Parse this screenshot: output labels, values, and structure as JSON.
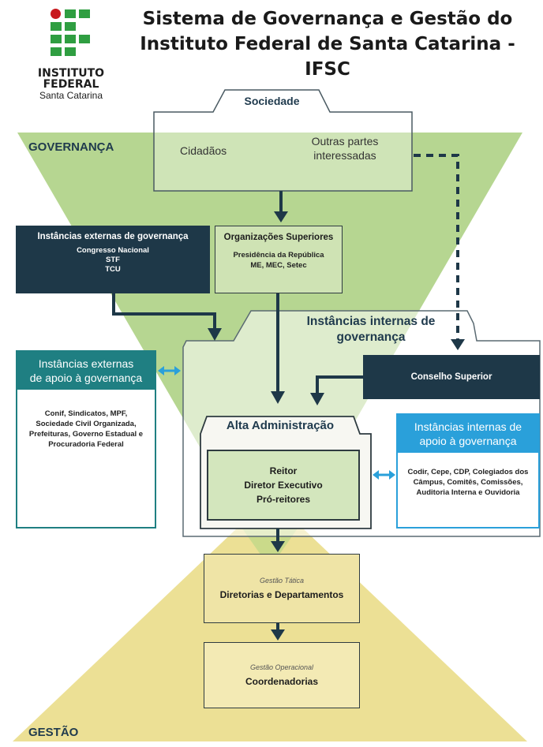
{
  "title": {
    "line1": "Sistema de Governança e Gestão do",
    "line2": "Instituto Federal de Santa Catarina - IFSC"
  },
  "logo": {
    "line1": "INSTITUTO",
    "line2": "FEDERAL",
    "line3": "Santa Catarina"
  },
  "colors": {
    "governanca_green": "#a9cf7e",
    "gestao_yellow": "#eadd8a",
    "dark_navy": "#1e3848",
    "teal": "#1f7f82",
    "light_blue": "#2aa0da",
    "box_green": "#cfe3b4"
  },
  "diagram": {
    "governanca_label": "GOVERNANÇA",
    "gestao_label": "GESTÃO",
    "sociedade": {
      "title": "Sociedade",
      "left": "Cidadãos",
      "right_line1": "Outras partes",
      "right_line2": "interessadas"
    },
    "externas_gov": {
      "title": "Instâncias externas de governança",
      "items": [
        "Congresso Nacional",
        "STF",
        "TCU"
      ]
    },
    "org_superiores": {
      "title": "Organizações Superiores",
      "line1": "Presidência da República",
      "line2": "ME, MEC, Setec"
    },
    "internas_gov": {
      "line1": "Instâncias internas de",
      "line2": "governança"
    },
    "conselho": "Conselho Superior",
    "externas_apoio": {
      "head_line1": "Instâncias externas",
      "head_line2": "de apoio à governança",
      "body": [
        "Conif, Sindicatos, MPF,",
        "Sociedade Civil Organizada,",
        "Prefeituras, Governo Estadual e",
        "Procuradoria Federal"
      ]
    },
    "alta_admin": {
      "title": "Alta Administração",
      "items": [
        "Reitor",
        "Diretor Executivo",
        "Pró-reitores"
      ]
    },
    "internas_apoio": {
      "head_line1": "Instâncias internas de",
      "head_line2": "apoio à governança",
      "body": [
        "Codir, Cepe, CDP, Colegiados dos",
        "Câmpus, Comitês, Comissões,",
        "Auditoria Interna e Ouvidoria"
      ]
    },
    "gestao_tatica": {
      "label": "Gestão Tática",
      "title": "Diretorias e Departamentos"
    },
    "gestao_operacional": {
      "label": "Gestão Operacional",
      "title": "Coordenadorias"
    }
  }
}
